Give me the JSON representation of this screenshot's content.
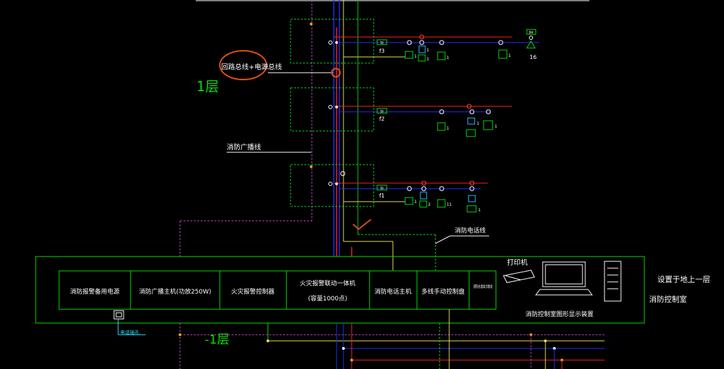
{
  "colors": {
    "background": "#000000",
    "frame": "#00e000",
    "broadcast": "#c040c0",
    "power": "#ff2020",
    "signal_bus": "#2030ff",
    "phone": "#e8e050",
    "linkage": "#00d020",
    "annotation": "#e05010",
    "label_white": "#ffffff",
    "label_cyan": "#30e0ff"
  },
  "annotations": {
    "loop_bus": "回路总线+电源总线",
    "floor_1": "1层",
    "floor_b1": "-1层",
    "broadcast_line": "消防广播线",
    "phone_line": "消防电话线",
    "location": "设置于地上一层",
    "control_room": "消防控制室",
    "printer": "打印机",
    "graphic_display": "消防控制室图形显示装置",
    "phone_jack": "电话插孔"
  },
  "floors": [
    {
      "label": "f3",
      "module_text": "SI",
      "devices": [
        {
          "icon": "smoke-detector-icon",
          "count": "1"
        },
        {
          "icon": "manual-alarm-icon",
          "count": "1"
        },
        {
          "icon": "alarm-bell-icon",
          "count": "1"
        },
        {
          "icon": "sounder-icon",
          "count": "1"
        },
        {
          "icon": "heat-detector-icon",
          "count": "1"
        }
      ]
    },
    {
      "label": "f2",
      "module_text": "SI",
      "devices": [
        {
          "icon": "sounder-icon",
          "count": "1"
        },
        {
          "icon": "alarm-bell-icon",
          "count": "1"
        },
        {
          "icon": "heat-detector-icon",
          "count": "1"
        }
      ]
    },
    {
      "label": "f1",
      "module_text": "SI",
      "devices": [
        {
          "icon": "smoke-detector-icon",
          "count": "1"
        },
        {
          "icon": "manual-alarm-icon",
          "count": "2"
        },
        {
          "icon": "sounder-icon",
          "count": "11"
        },
        {
          "icon": "alarm-bell-icon",
          "count": "1"
        }
      ]
    }
  ],
  "top_right_device": {
    "module_text": "84",
    "count": "16"
  },
  "control_units": [
    "消防报警备用电源",
    "消防广播主机(功放250W)",
    "火灾报警控制器",
    "火灾报警联动一体机",
    "消防电话主机",
    "多线手动控制盘",
    "消防水炮显示联动"
  ],
  "control_unit_line2": {
    "host_points": "(容量1000点)"
  }
}
